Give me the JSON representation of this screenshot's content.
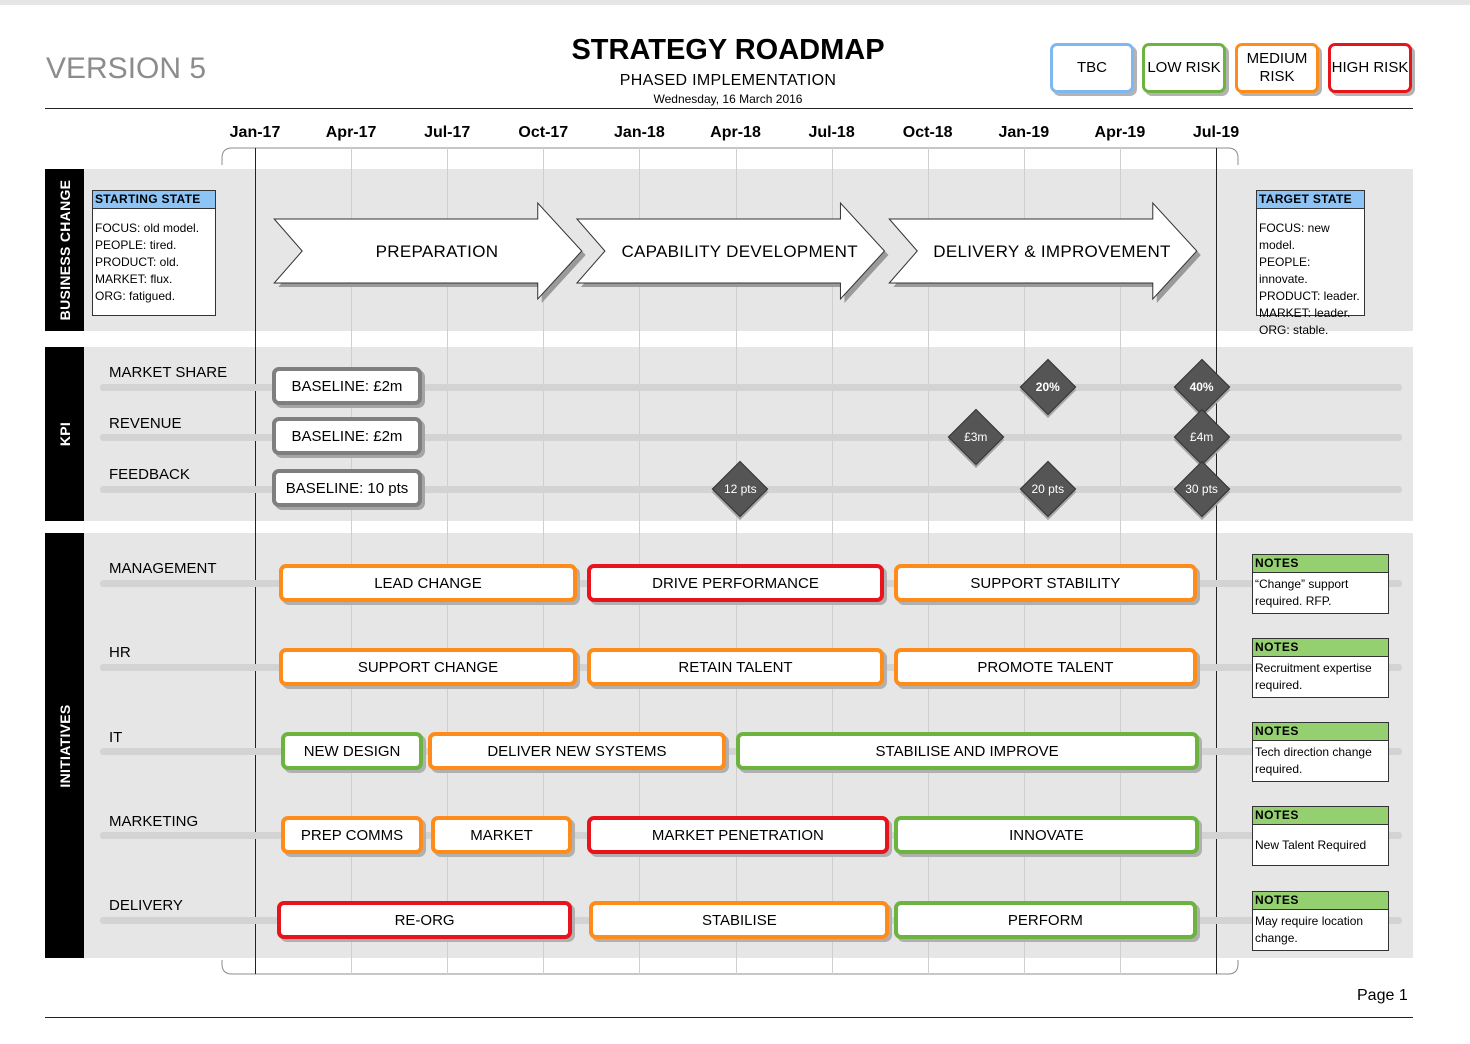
{
  "header": {
    "version": "VERSION 5",
    "title": "STRATEGY ROADMAP",
    "subtitle": "PHASED IMPLEMENTATION",
    "date": "Wednesday, 16 March 2016"
  },
  "legend": [
    {
      "label": "TBC",
      "color": "#7fb8f0"
    },
    {
      "label": "LOW RISK",
      "color": "#6db33f"
    },
    {
      "label": "MEDIUM RISK",
      "color": "#ff8c1a"
    },
    {
      "label": "HIGH RISK",
      "color": "#e8141b"
    }
  ],
  "timeline": {
    "months": [
      "Jan-17",
      "Apr-17",
      "Jul-17",
      "Oct-17",
      "Jan-18",
      "Apr-18",
      "Jul-18",
      "Oct-18",
      "Jan-19",
      "Apr-19",
      "Jul-19"
    ]
  },
  "business_change": {
    "section_label": "BUSINESS CHANGE",
    "starting_state": {
      "title": "STARTING STATE",
      "lines": [
        "FOCUS: old model.",
        "PEOPLE: tired.",
        "PRODUCT: old.",
        "MARKET: flux.",
        "ORG: fatigued."
      ]
    },
    "target_state": {
      "title": "TARGET STATE",
      "lines": [
        "FOCUS: new  model.",
        "PEOPLE: innovate.",
        "PRODUCT: leader.",
        "MARKET: leader.",
        "ORG: stable."
      ]
    },
    "phases": [
      {
        "label": "PREPARATION",
        "start": 0.2,
        "end": 3.4
      },
      {
        "label": "CAPABILITY DEVELOPMENT",
        "start": 3.35,
        "end": 6.55
      },
      {
        "label": "DELIVERY & IMPROVEMENT",
        "start": 6.6,
        "end": 9.8
      }
    ]
  },
  "kpi": {
    "section_label": "KPI",
    "rows": [
      {
        "label": "MARKET SHARE",
        "baseline": "BASELINE: £2m",
        "milestones": [
          {
            "label": "20%",
            "at": 8.25,
            "bold": true
          },
          {
            "label": "40%",
            "at": 9.85,
            "bold": true
          }
        ]
      },
      {
        "label": "REVENUE",
        "baseline": "BASELINE: £2m",
        "milestones": [
          {
            "label": "£3m",
            "at": 7.5,
            "bold": false
          },
          {
            "label": "£4m",
            "at": 9.85,
            "bold": false
          }
        ]
      },
      {
        "label": "FEEDBACK",
        "baseline": "BASELINE: 10 pts",
        "milestones": [
          {
            "label": "12 pts",
            "at": 5.05,
            "bold": false
          },
          {
            "label": "20 pts",
            "at": 8.25,
            "bold": false
          },
          {
            "label": "30 pts",
            "at": 9.85,
            "bold": false
          }
        ]
      }
    ]
  },
  "initiatives": {
    "section_label": "INITIATIVES",
    "notes_title": "NOTES",
    "rows": [
      {
        "label": "MANAGEMENT",
        "tasks": [
          {
            "label": "LEAD CHANGE",
            "risk": "MEDIUM RISK",
            "start": 0.25,
            "end": 3.35
          },
          {
            "label": "DRIVE PERFORMANCE",
            "risk": "HIGH RISK",
            "start": 3.45,
            "end": 6.55
          },
          {
            "label": "SUPPORT STABILITY",
            "risk": "MEDIUM RISK",
            "start": 6.65,
            "end": 9.8
          }
        ],
        "notes": "“Change” support required. RFP."
      },
      {
        "label": "HR",
        "tasks": [
          {
            "label": "SUPPORT CHANGE",
            "risk": "MEDIUM RISK",
            "start": 0.25,
            "end": 3.35
          },
          {
            "label": "RETAIN TALENT",
            "risk": "MEDIUM RISK",
            "start": 3.45,
            "end": 6.55
          },
          {
            "label": "PROMOTE TALENT",
            "risk": "MEDIUM RISK",
            "start": 6.65,
            "end": 9.8
          }
        ],
        "notes": "Recruitment expertise required."
      },
      {
        "label": "IT",
        "tasks": [
          {
            "label": "NEW DESIGN",
            "risk": "LOW RISK",
            "start": 0.27,
            "end": 1.75
          },
          {
            "label": "DELIVER NEW SYSTEMS",
            "risk": "MEDIUM RISK",
            "start": 1.8,
            "end": 4.9
          },
          {
            "label": "STABILISE AND IMPROVE",
            "risk": "LOW RISK",
            "start": 5.0,
            "end": 9.82
          }
        ],
        "notes": "Tech direction change required."
      },
      {
        "label": "MARKETING",
        "tasks": [
          {
            "label": "PREP COMMS",
            "risk": "MEDIUM RISK",
            "start": 0.27,
            "end": 1.75
          },
          {
            "label": "MARKET",
            "risk": "MEDIUM RISK",
            "start": 1.83,
            "end": 3.3
          },
          {
            "label": "MARKET PENETRATION",
            "risk": "HIGH RISK",
            "start": 3.45,
            "end": 6.6
          },
          {
            "label": "INNOVATE",
            "risk": "LOW RISK",
            "start": 6.65,
            "end": 9.82
          }
        ],
        "notes": "New Talent Required"
      },
      {
        "label": "DELIVERY",
        "tasks": [
          {
            "label": "RE-ORG",
            "risk": "HIGH RISK",
            "start": 0.23,
            "end": 3.3
          },
          {
            "label": "STABILISE",
            "risk": "MEDIUM RISK",
            "start": 3.48,
            "end": 6.6
          },
          {
            "label": "PERFORM",
            "risk": "LOW RISK",
            "start": 6.65,
            "end": 9.8
          }
        ],
        "notes": "May require location change."
      }
    ]
  },
  "footer": {
    "page": "Page 1"
  }
}
